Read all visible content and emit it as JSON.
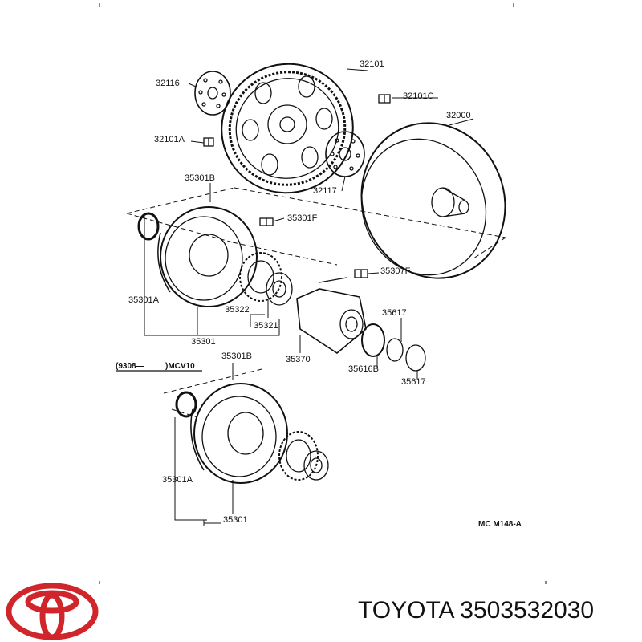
{
  "callouts": {
    "c32101": "32101",
    "c32116": "32116",
    "c32101c": "32101C",
    "c32000": "32000",
    "c32101a": "32101A",
    "c32117": "32117",
    "c35301b_top": "35301B",
    "c35301f": "35301F",
    "c35307f": "35307F",
    "c35301a_top": "35301A",
    "c35322": "35322",
    "c35321": "35321",
    "c35301_top": "35301",
    "c35370": "35370",
    "c35617_a": "35617",
    "c35616b": "35616B",
    "c35617_b": "35617",
    "range_start": "(9308—",
    "range_end": ")MCV10",
    "c35301b_bot": "35301B",
    "c35301a_bot": "35301A",
    "c35301_bot": "35301"
  },
  "diagram_code": "MC  M148-A",
  "footer": {
    "brand": "TOYOTA",
    "part_number": "3503532030",
    "brand_color": "#d0262b"
  }
}
